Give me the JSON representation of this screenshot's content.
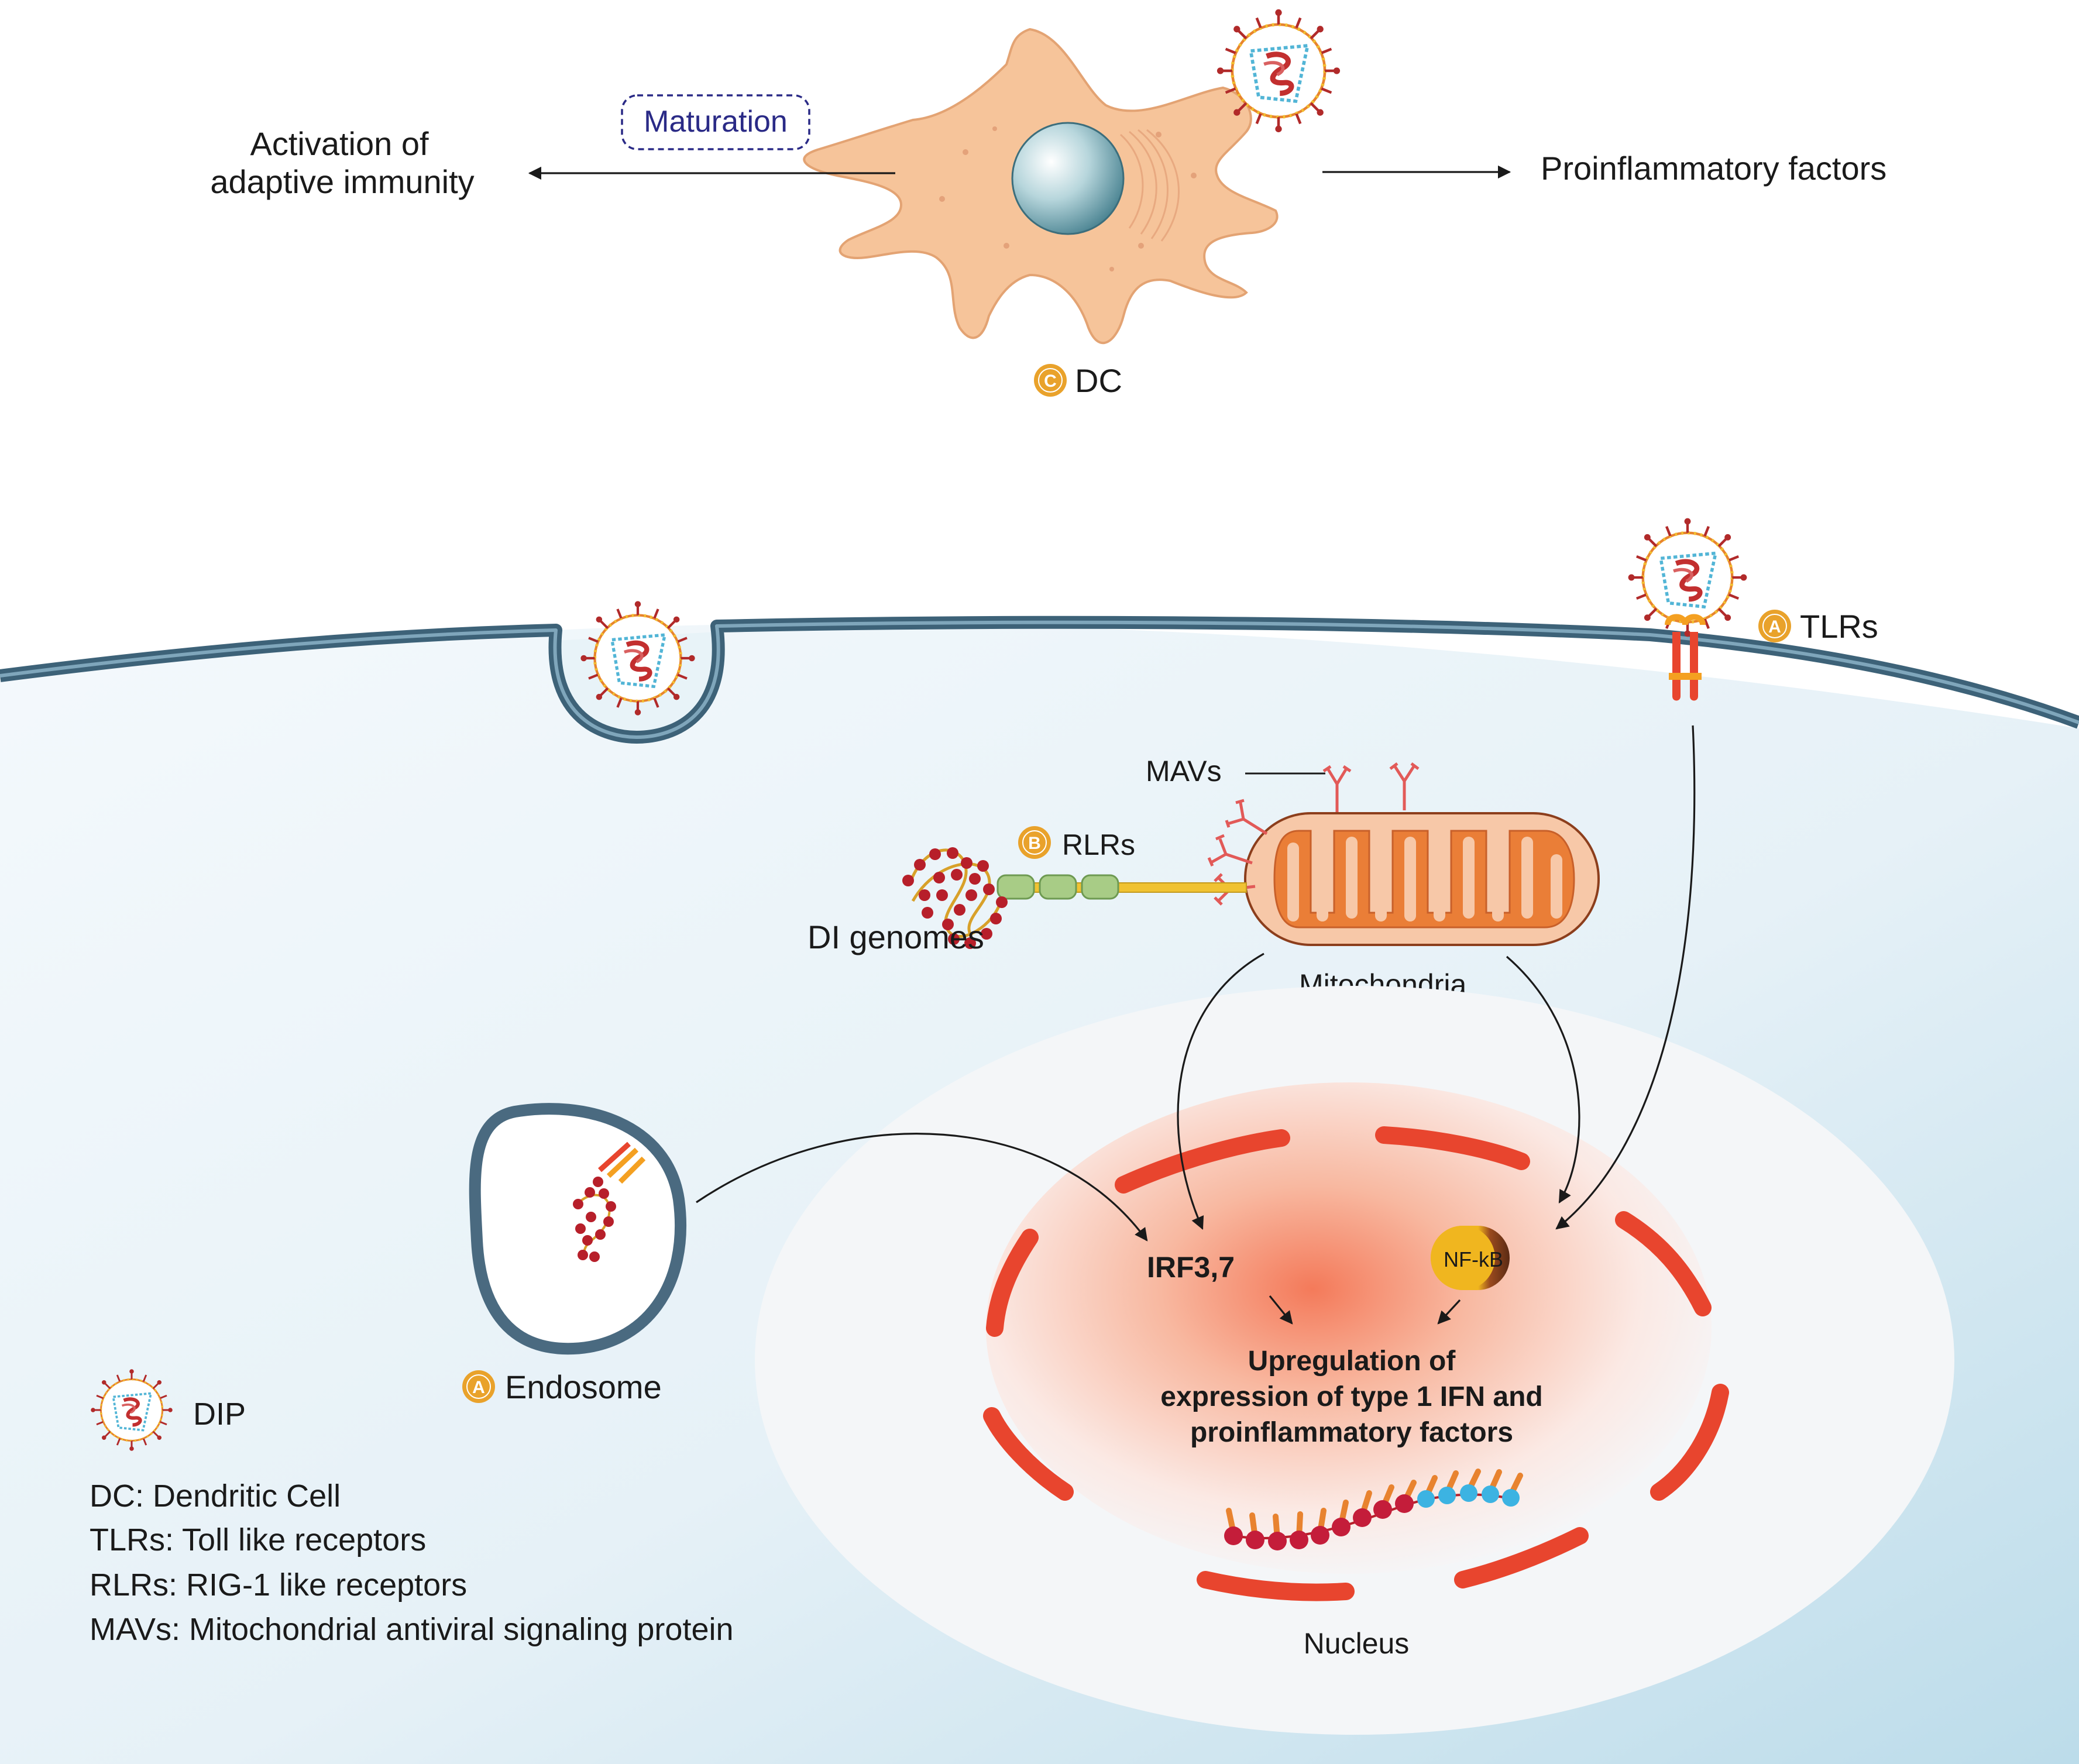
{
  "top": {
    "maturation": "Maturation",
    "activation_line1": "Activation of",
    "activation_line2": "adaptive immunity",
    "proinflammatory": "Proinflammatory factors",
    "dc_badge": "C",
    "dc_label": "DC"
  },
  "cell": {
    "tlrs_badge": "A",
    "tlrs_label": "TLRs",
    "mavs_label": "MAVs",
    "rlrs_badge": "B",
    "rlrs_label": "RLRs",
    "di_genomes_label": "DI genomes",
    "mitochondria_label": "Mitochondria",
    "endosome_badge": "A",
    "endosome_label": "Endosome",
    "irf_label": "IRF3,7",
    "nfkb_label": "NF-kB",
    "upregulation_line1": "Upregulation of",
    "upregulation_line2": "expression of type 1 IFN and",
    "upregulation_line3": "proinflammatory factors",
    "nucleus_label": "Nucleus"
  },
  "legend": {
    "dip_label": "DIP",
    "items": [
      "DC: Dendritic Cell",
      "TLRs: Toll like receptors",
      "RLRs: RIG-1 like receptors",
      "MAVs: Mitochondrial antiviral signaling protein"
    ]
  },
  "colors": {
    "membrane": "#3d6278",
    "cytoplasm": "#e9f3f8",
    "nucleus_envelope": "#e8452e",
    "mitochondria": "#ea7e37",
    "dc_body": "#f6c49a",
    "badge": "#e9a22b",
    "maturation_text": "#2a2a86"
  }
}
